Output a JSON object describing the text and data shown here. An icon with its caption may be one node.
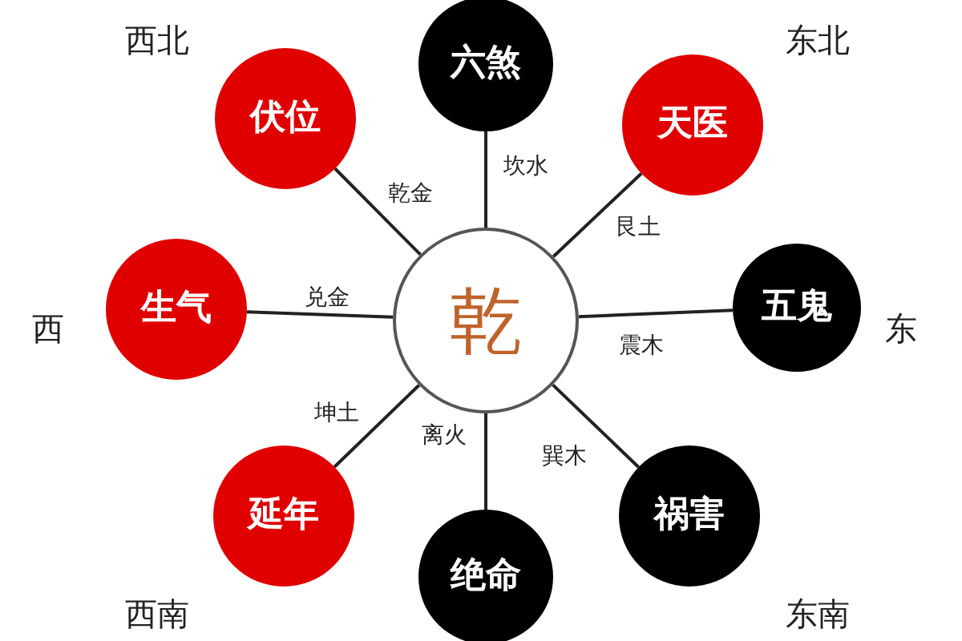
{
  "diagram": {
    "nodes": [
      {
        "text": [
          "乾"
        ]
      },
      {
        "text": [
          "六煞"
        ]
      },
      {
        "text": [
          "天医"
        ],
        "beside": [
          "东北"
        ]
      },
      {
        "text": [
          "五鬼"
        ],
        "beside": [
          "东"
        ]
      },
      {
        "text": [
          "祸害"
        ],
        "beside": [
          "东南"
        ]
      },
      {
        "text": [
          "绝命"
        ]
      },
      {
        "text": [
          "延年"
        ],
        "beside": [
          "西南"
        ]
      },
      {
        "text": [
          "生气"
        ],
        "beside": [
          "西"
        ]
      },
      {
        "text": [
          "伏位"
        ],
        "beside": [
          "西北"
        ]
      }
    ],
    "edges": [
      {
        "from": 0,
        "to": 1,
        "arrow": "none",
        "label": "坎水"
      },
      {
        "from": 0,
        "to": 2,
        "arrow": "none",
        "label": "艮土"
      },
      {
        "from": 0,
        "to": 3,
        "arrow": "none",
        "label": "震木"
      },
      {
        "from": 0,
        "to": 4,
        "arrow": "none",
        "label": "巽木"
      },
      {
        "from": 0,
        "to": 5,
        "arrow": "none",
        "label": "离火"
      },
      {
        "from": 0,
        "to": 6,
        "arrow": "none",
        "label": "坤土"
      },
      {
        "from": 0,
        "to": 7,
        "arrow": "none",
        "label": "兑金"
      },
      {
        "from": 0,
        "to": 8,
        "arrow": "none",
        "label": "乾金"
      }
    ]
  }
}
